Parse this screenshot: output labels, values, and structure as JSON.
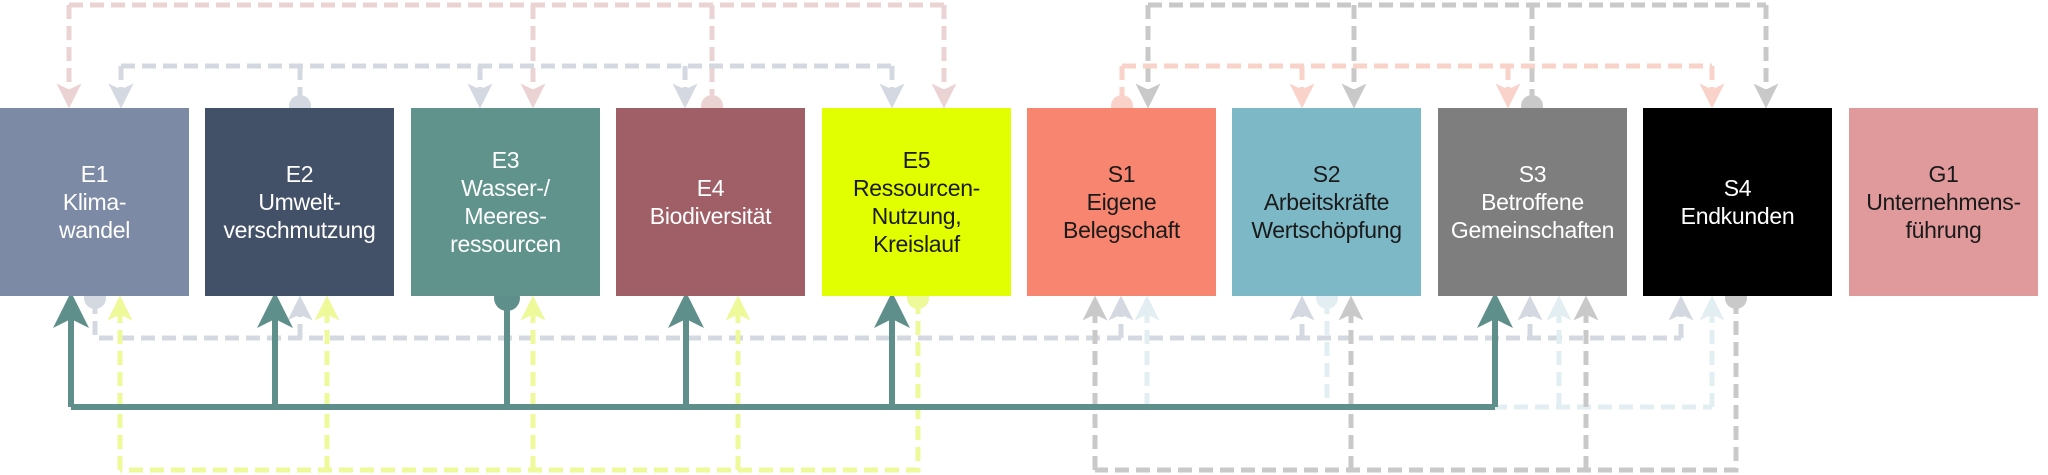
{
  "boxes": [
    {
      "code": "E1",
      "lines": [
        "Klima-",
        "wandel"
      ],
      "color": "#7d8aa6",
      "text": "#ffffff"
    },
    {
      "code": "E2",
      "lines": [
        "Umwelt-",
        "verschmutzung"
      ],
      "color": "#435168",
      "text": "#ffffff"
    },
    {
      "code": "E3",
      "lines": [
        "Wasser-/",
        "Meeres-",
        "ressourcen"
      ],
      "color": "#5f938c",
      "text": "#ffffff"
    },
    {
      "code": "E4",
      "lines": [
        "Biodiversität"
      ],
      "color": "#a05f67",
      "text": "#ffffff"
    },
    {
      "code": "E5",
      "lines": [
        "Ressourcen-",
        "Nutzung,",
        "Kreislauf"
      ],
      "color": "#e2ff00",
      "text": "#1a1a1a"
    },
    {
      "code": "S1",
      "lines": [
        "Eigene",
        "Belegschaft"
      ],
      "color": "#f88570",
      "text": "#1a1a1a"
    },
    {
      "code": "S2",
      "lines": [
        "Arbeitskräfte",
        "Wertschöpfung"
      ],
      "color": "#7db8c7",
      "text": "#1a1a1a"
    },
    {
      "code": "S3",
      "lines": [
        "Betroffene",
        "Gemeinschaften"
      ],
      "color": "#7e7e7e",
      "text": "#ffffff"
    },
    {
      "code": "S4",
      "lines": [
        "Endkunden"
      ],
      "color": "#000000",
      "text": "#ffffff"
    },
    {
      "code": "G1",
      "lines": [
        "Unternehmens-",
        "führung"
      ],
      "color": "#e09a9c",
      "text": "#1a1a1a"
    }
  ],
  "link_colors": {
    "teal": "#5f8f8a",
    "pink": "#ecd3d3",
    "greyblue": "#d3d8e1",
    "yellow": "#eef99a",
    "grey": "#c9c9c9",
    "salmon": "#f9d3ca",
    "lightblue": "#e3eef2"
  }
}
